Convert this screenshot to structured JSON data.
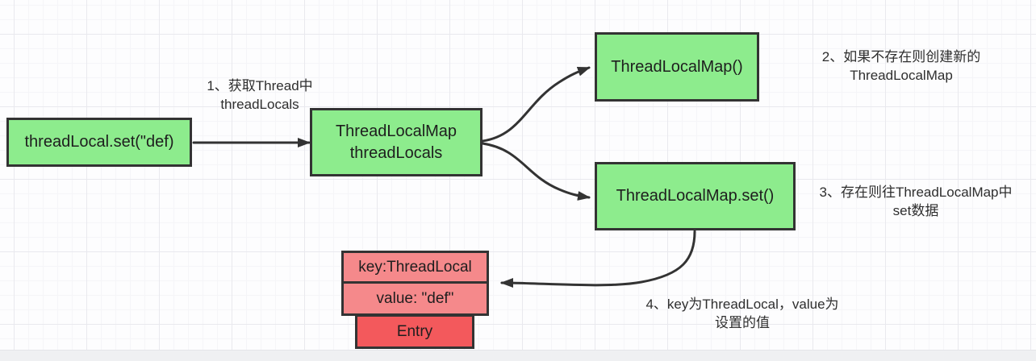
{
  "diagram": {
    "nodes": {
      "threadlocal_set": {
        "label": "threadLocal.set(\"def)"
      },
      "thread_locals": {
        "line1": "ThreadLocalMap",
        "line2": "threadLocals"
      },
      "new_map": {
        "label": "ThreadLocalMap()"
      },
      "map_set": {
        "label": "ThreadLocalMap.set()"
      },
      "entry_key": {
        "label": "key:ThreadLocal"
      },
      "entry_value": {
        "label": "value: \"def\""
      },
      "entry": {
        "label": "Entry"
      }
    },
    "annotations": {
      "step1": {
        "line1": "1、获取Thread中",
        "line2": "threadLocals"
      },
      "step2": {
        "line1": "2、如果不存在则创建新的",
        "line2": "ThreadLocalMap"
      },
      "step3": {
        "line1": "3、存在则往ThreadLocalMap中",
        "line2": "set数据"
      },
      "step4": {
        "line1": "4、key为ThreadLocal，value为",
        "line2": "设置的值"
      }
    },
    "colors": {
      "node_green": "#8dec8d",
      "node_pink": "#f5898b",
      "node_red": "#f3595c",
      "border": "#333333",
      "arrow": "#333333",
      "text_dark": "#1e1e1e",
      "note_text": "#2e2e2e"
    }
  }
}
